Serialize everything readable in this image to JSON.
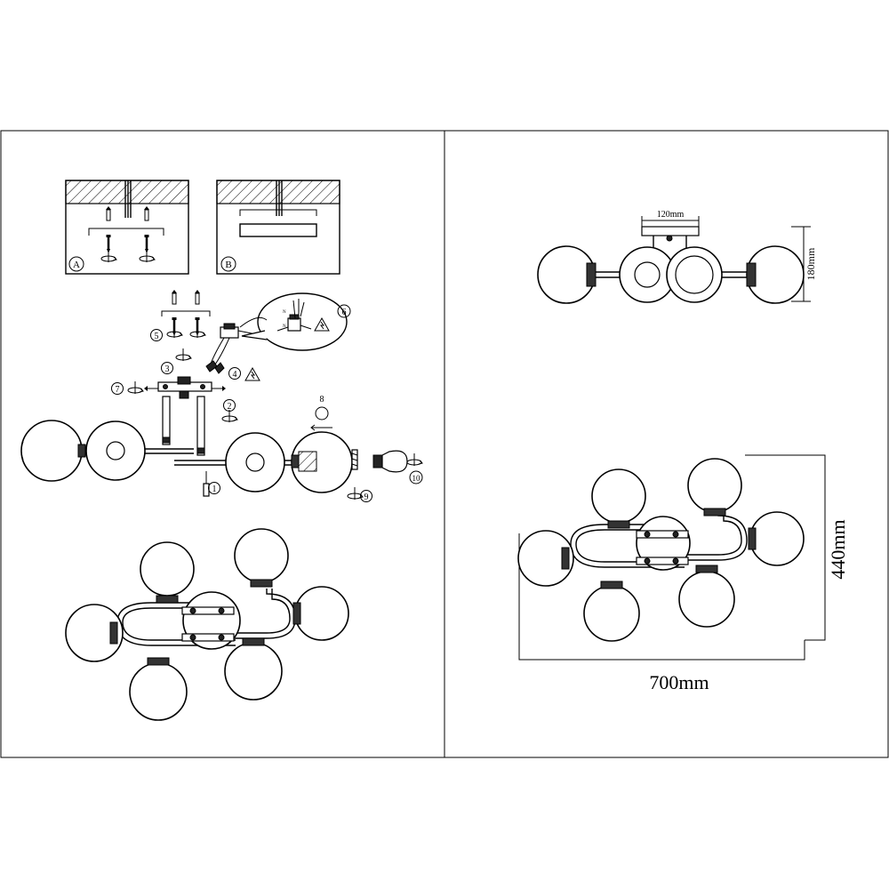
{
  "assembly": {
    "step_A": "A",
    "step_B": "B",
    "step_1": "1",
    "step_2": "2",
    "step_3": "3",
    "step_4": "4",
    "step_5": "5",
    "step_6": "6",
    "step_7": "7",
    "step_8": "8",
    "step_9": "9",
    "step_10": "10"
  },
  "dimensions": {
    "canopy_width": "120mm",
    "height": "180mm",
    "depth": "440mm",
    "width": "700mm"
  },
  "colors": {
    "line": "#000000",
    "background": "#ffffff",
    "hatch": "#000000"
  },
  "icons": [
    "warning-triangle-icon",
    "screw-icon",
    "rotate-arrow-icon",
    "light-bulb-icon",
    "globe-shade-icon"
  ]
}
